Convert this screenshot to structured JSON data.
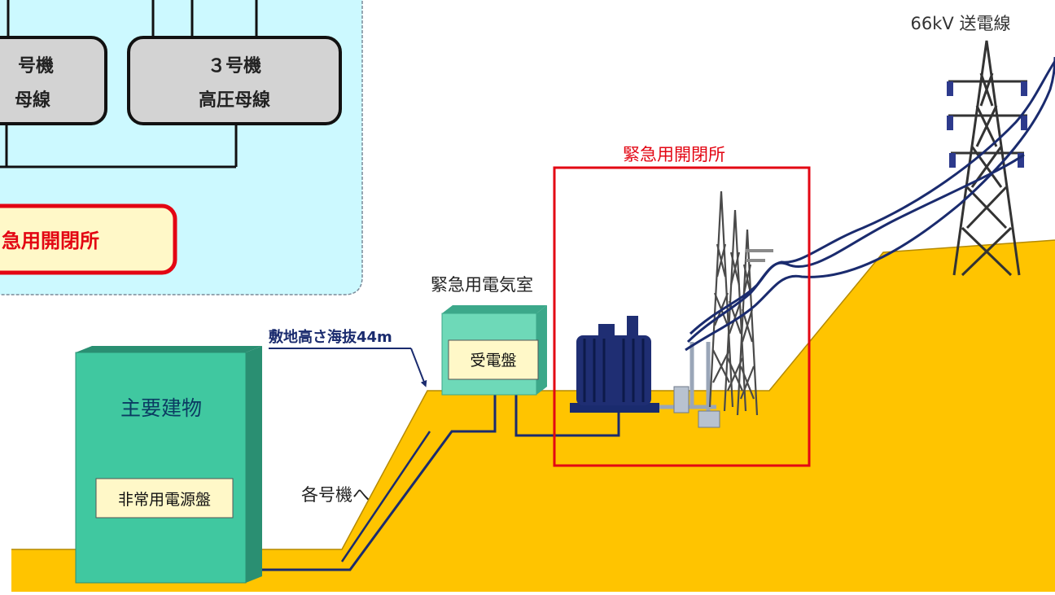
{
  "inset": {
    "unit2_label_line1": "号機",
    "unit2_label_line2": "母線",
    "unit3_label_line1": "３号機",
    "unit3_label_line2": "高圧母線",
    "switchyard_label": "急用開閉所"
  },
  "labels": {
    "transmission_line": "66kV 送電線",
    "emergency_switchyard": "緊急用開閉所",
    "emergency_electrical_room": "緊急用電気室",
    "receiving_panel": "受電盤",
    "site_elevation": "敷地高さ海抜44m",
    "main_building": "主要建物",
    "emergency_power_panel": "非常用電源盤",
    "to_each_unit": "各号機へ"
  },
  "colors": {
    "ground": "#FFC400",
    "inset_bg": "#CCF9FF",
    "panel_gray": "#D3D3D3",
    "building_green": "#40C8A0",
    "room_green": "#6ED9B8",
    "label_yellow": "#FFF8C8",
    "red": "#E30613",
    "navy": "#1A2B6E",
    "tower_gray": "#5A5A5A"
  }
}
